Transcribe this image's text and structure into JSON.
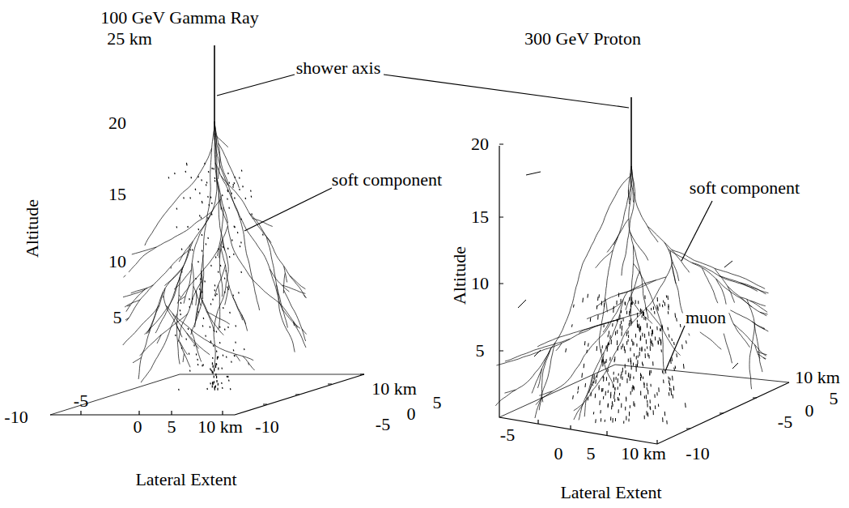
{
  "diagram": {
    "labels": [
      "100 GeV Gamma Ray",
      "25 km",
      "300 GeV Proton",
      "shower axis",
      "20",
      "20",
      "soft component",
      "soft component",
      "15",
      "15",
      "Altitude",
      "10",
      "Altitude",
      "10",
      "5",
      "muon",
      "5",
      "10 km",
      "5",
      "-5",
      "0",
      "-10",
      "-5",
      "0",
      "5",
      "10 km",
      "-10",
      "10 km",
      "5",
      "0",
      "-5",
      "-5",
      "0",
      "5",
      "10 km",
      "-10",
      "Lateral Extent",
      "Lateral Extent"
    ]
  }
}
